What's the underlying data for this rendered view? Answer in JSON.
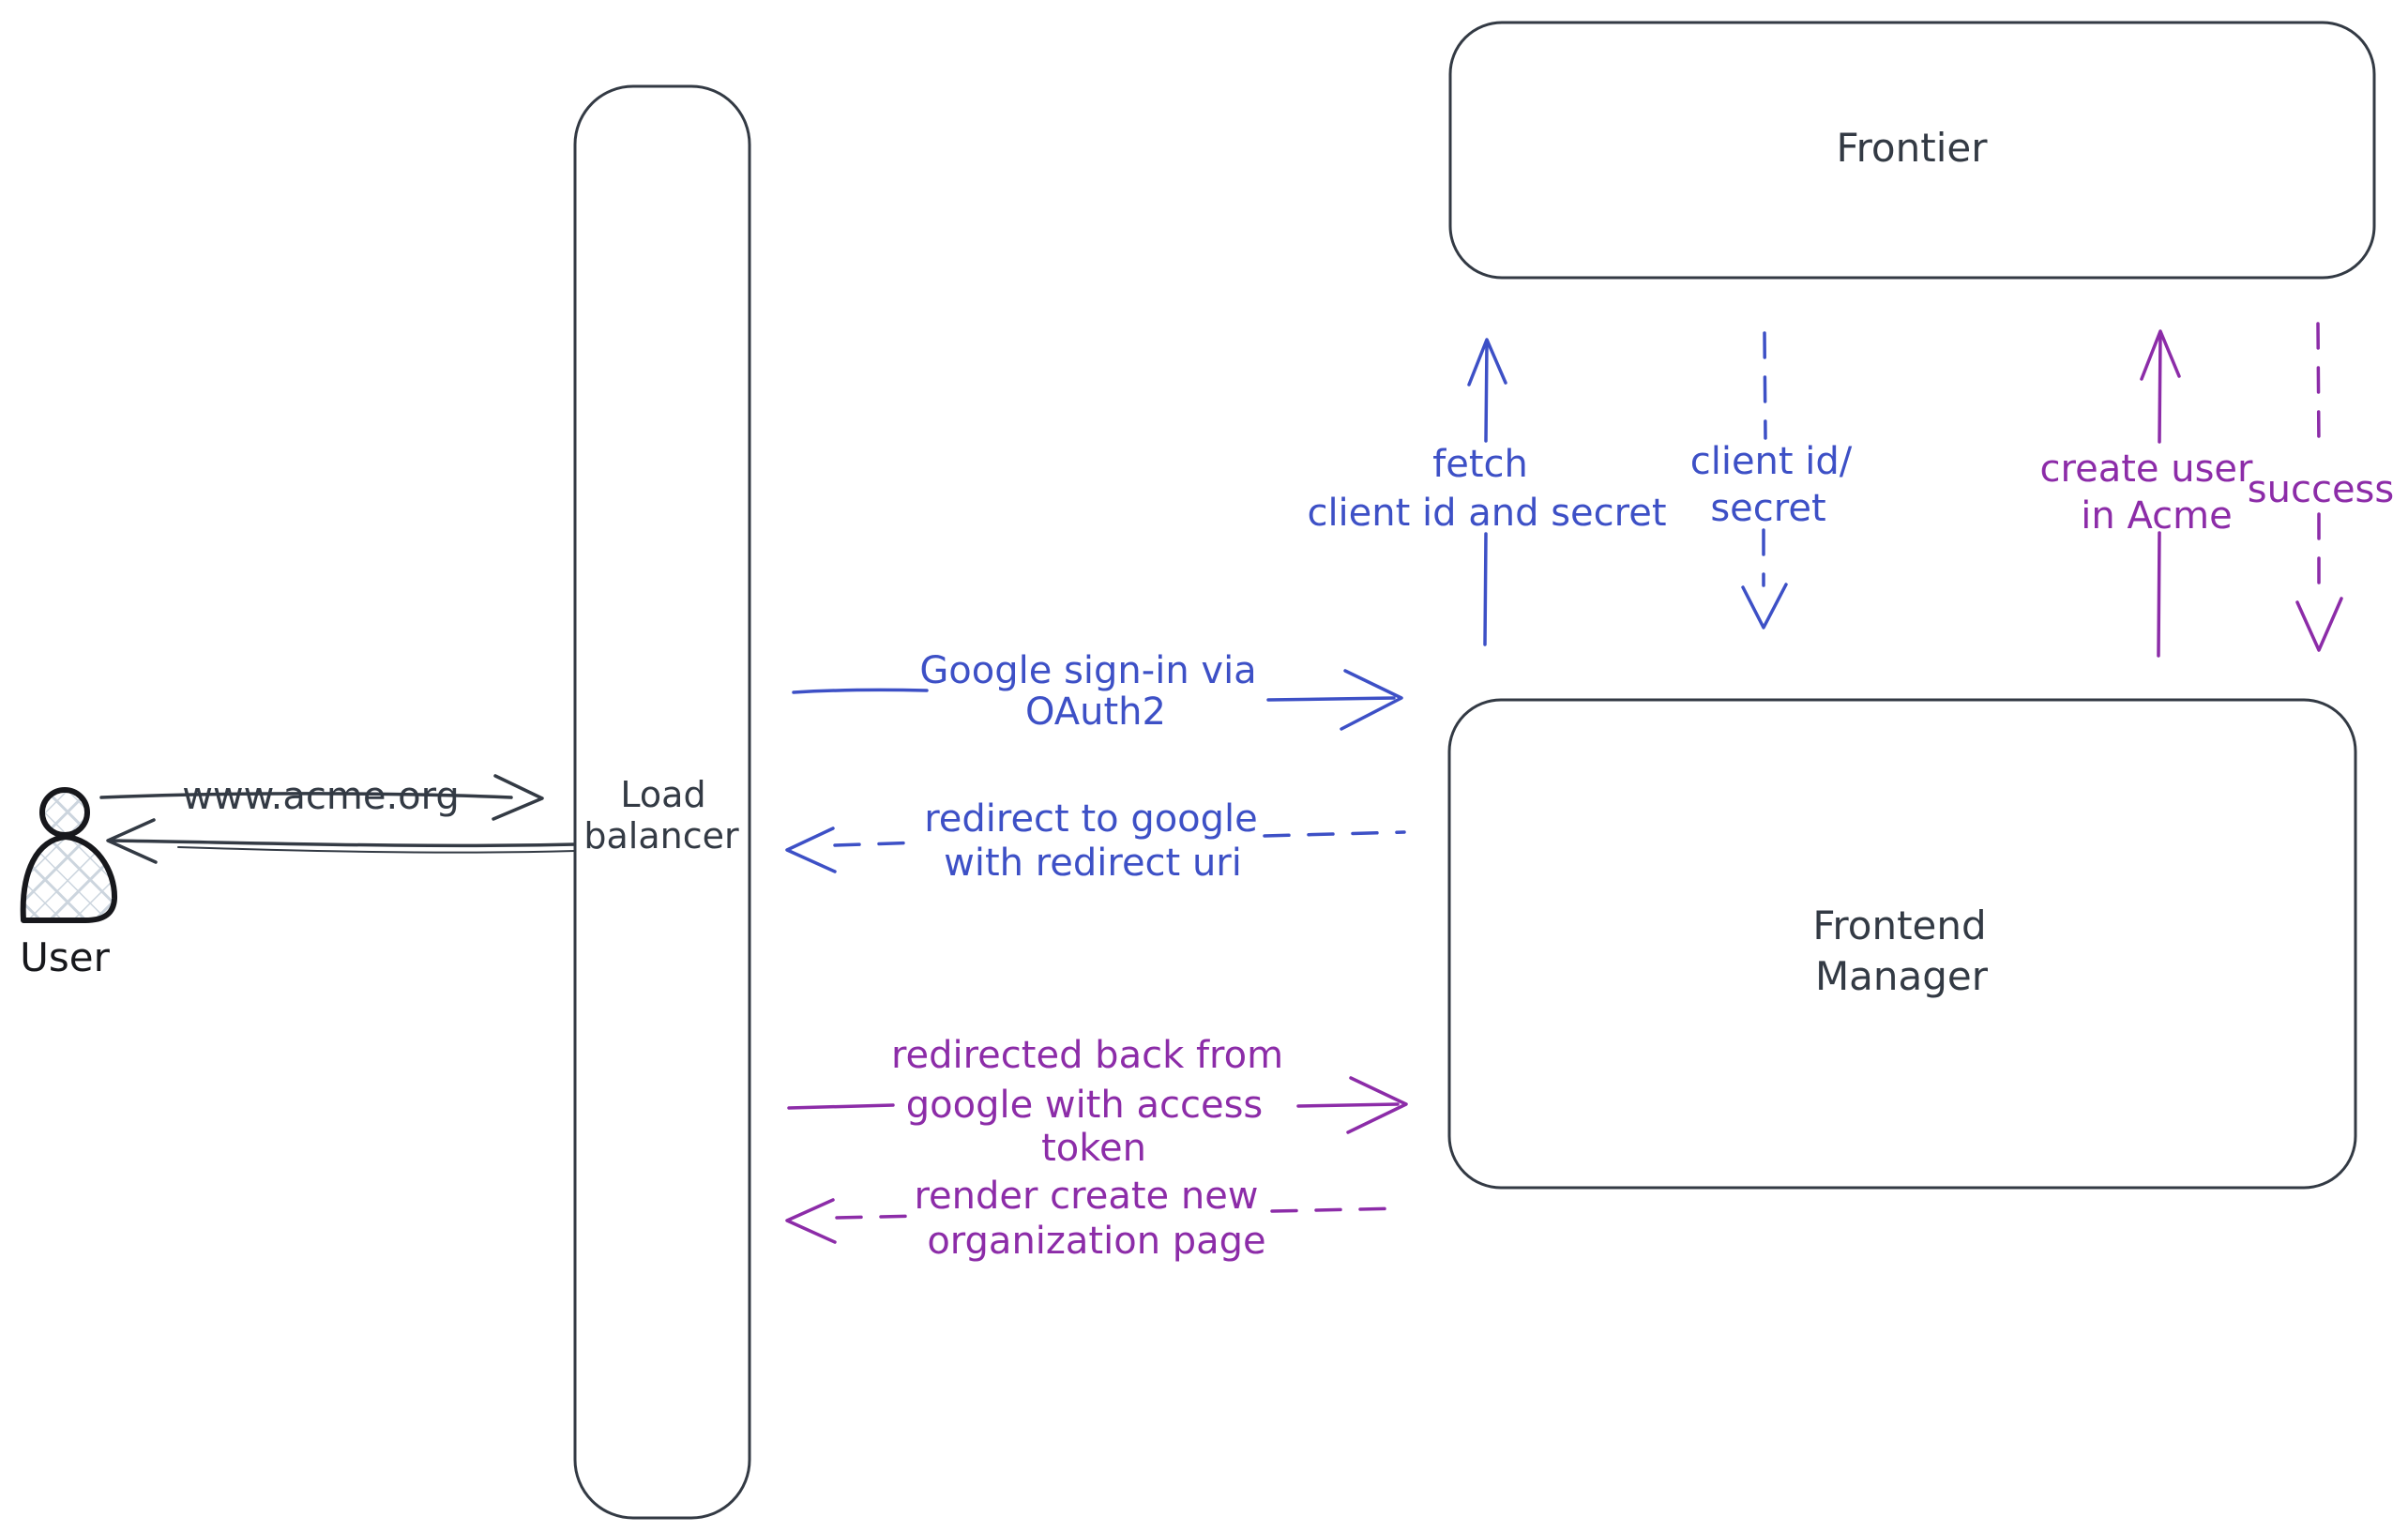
{
  "diagram": {
    "colors": {
      "ink": "#333a44",
      "blue": "#3d50c6",
      "purple": "#8c2ca8",
      "hatch_fill": "#ccd5de",
      "background": "#ffffff"
    },
    "actor": {
      "user_label": "User"
    },
    "nodes": {
      "load_balancer": {
        "line1": "Load",
        "line2": "balancer"
      },
      "frontier": {
        "label": "Frontier"
      },
      "frontend_manager": {
        "line1": "Frontend",
        "line2": "Manager"
      }
    },
    "edges": {
      "user_to_lb": {
        "label": "www.acme.org",
        "style": "solid",
        "direction": "right"
      },
      "lb_to_user": {
        "style": "solid",
        "direction": "left"
      },
      "google_signin": {
        "line1": "Google sign-in via",
        "line2": "OAuth2",
        "style": "solid",
        "direction": "right"
      },
      "redirect_google": {
        "line1": "redirect to google",
        "line2": "with redirect uri",
        "style": "dashed",
        "direction": "left"
      },
      "fetch_secret": {
        "line1": "fetch",
        "line2": "client id and secret",
        "style": "solid",
        "direction": "up"
      },
      "client_id_secret": {
        "line1": "client id/",
        "line2": "secret",
        "style": "dashed",
        "direction": "down"
      },
      "redirected_back": {
        "line1": "redirected back from",
        "line2": "google with access",
        "line3": "token",
        "style": "solid",
        "direction": "right"
      },
      "render_org_page": {
        "line1": "render create new",
        "line2": "organization page",
        "style": "dashed",
        "direction": "left"
      },
      "create_user": {
        "line1": "create user",
        "line2": "in Acme",
        "style": "solid",
        "direction": "up"
      },
      "success": {
        "label": "success",
        "style": "dashed",
        "direction": "down"
      }
    }
  }
}
